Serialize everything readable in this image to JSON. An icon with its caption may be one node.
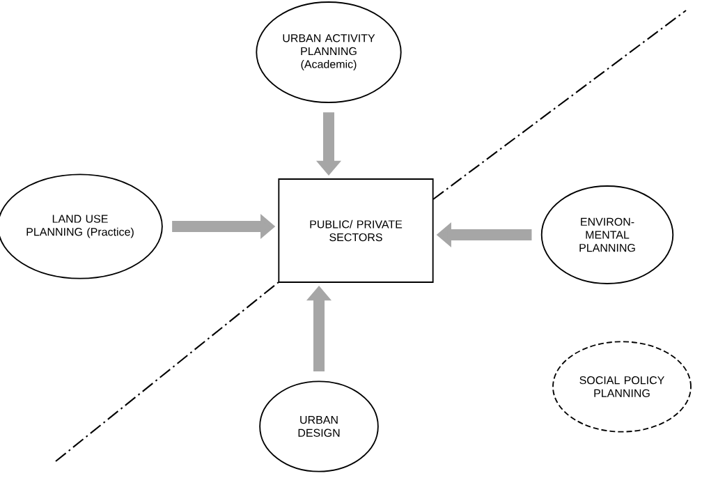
{
  "diagram": {
    "nodes": [
      {
        "text": [
          "URBAN ACTIVITY PLANNING (Academic)"
        ]
      },
      {
        "text": [
          "LAND USE PLANNING (Practice)"
        ]
      },
      {
        "text": [
          "PUBLIC/ PRIVATE SECTORS"
        ]
      },
      {
        "text": [
          "ENVIRON- MENTAL PLANNING"
        ]
      },
      {
        "text": [
          "URBAN DESIGN"
        ]
      },
      {
        "text": [
          "SOCIAL POLICY PLANNING"
        ]
      }
    ],
    "edges": [
      {
        "from": 0,
        "to": 2,
        "arrow": "to"
      },
      {
        "from": 1,
        "to": 2,
        "arrow": "to"
      },
      {
        "from": 3,
        "to": 2,
        "arrow": "to"
      },
      {
        "from": 4,
        "to": 2,
        "arrow": "to"
      }
    ]
  }
}
